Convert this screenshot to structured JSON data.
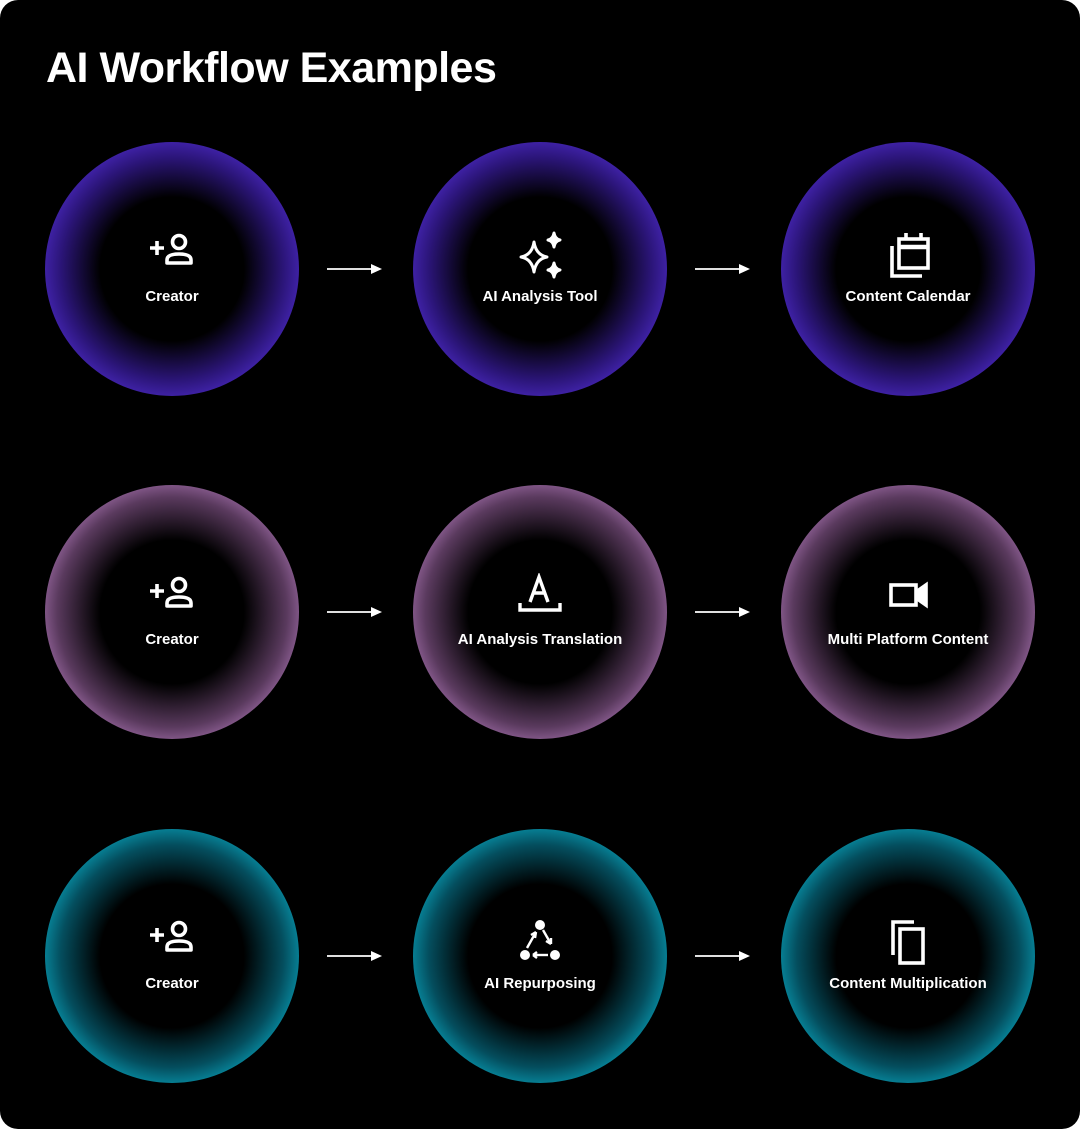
{
  "title": "AI Workflow Examples",
  "colors": {
    "background": "#000000",
    "purple": "#6a40ff",
    "pink": "#eaa6f2",
    "cyan": "#10e6ff",
    "text": "#ffffff"
  },
  "workflows": [
    {
      "steps": [
        {
          "label": "Creator",
          "icon": "add-person-icon"
        },
        {
          "label": "AI Analysis Tool",
          "icon": "sparkles-icon"
        },
        {
          "label": "Content Calendar",
          "icon": "calendar-stack-icon"
        }
      ]
    },
    {
      "steps": [
        {
          "label": "Creator",
          "icon": "add-person-icon"
        },
        {
          "label": "AI Analysis Translation",
          "icon": "text-letter-a-icon"
        },
        {
          "label": "Multi Platform Content",
          "icon": "video-camera-icon"
        }
      ]
    },
    {
      "steps": [
        {
          "label": "Creator",
          "icon": "add-person-icon"
        },
        {
          "label": "AI Repurposing",
          "icon": "repurpose-cycle-icon"
        },
        {
          "label": "Content Multiplication",
          "icon": "copy-icon"
        }
      ]
    }
  ]
}
